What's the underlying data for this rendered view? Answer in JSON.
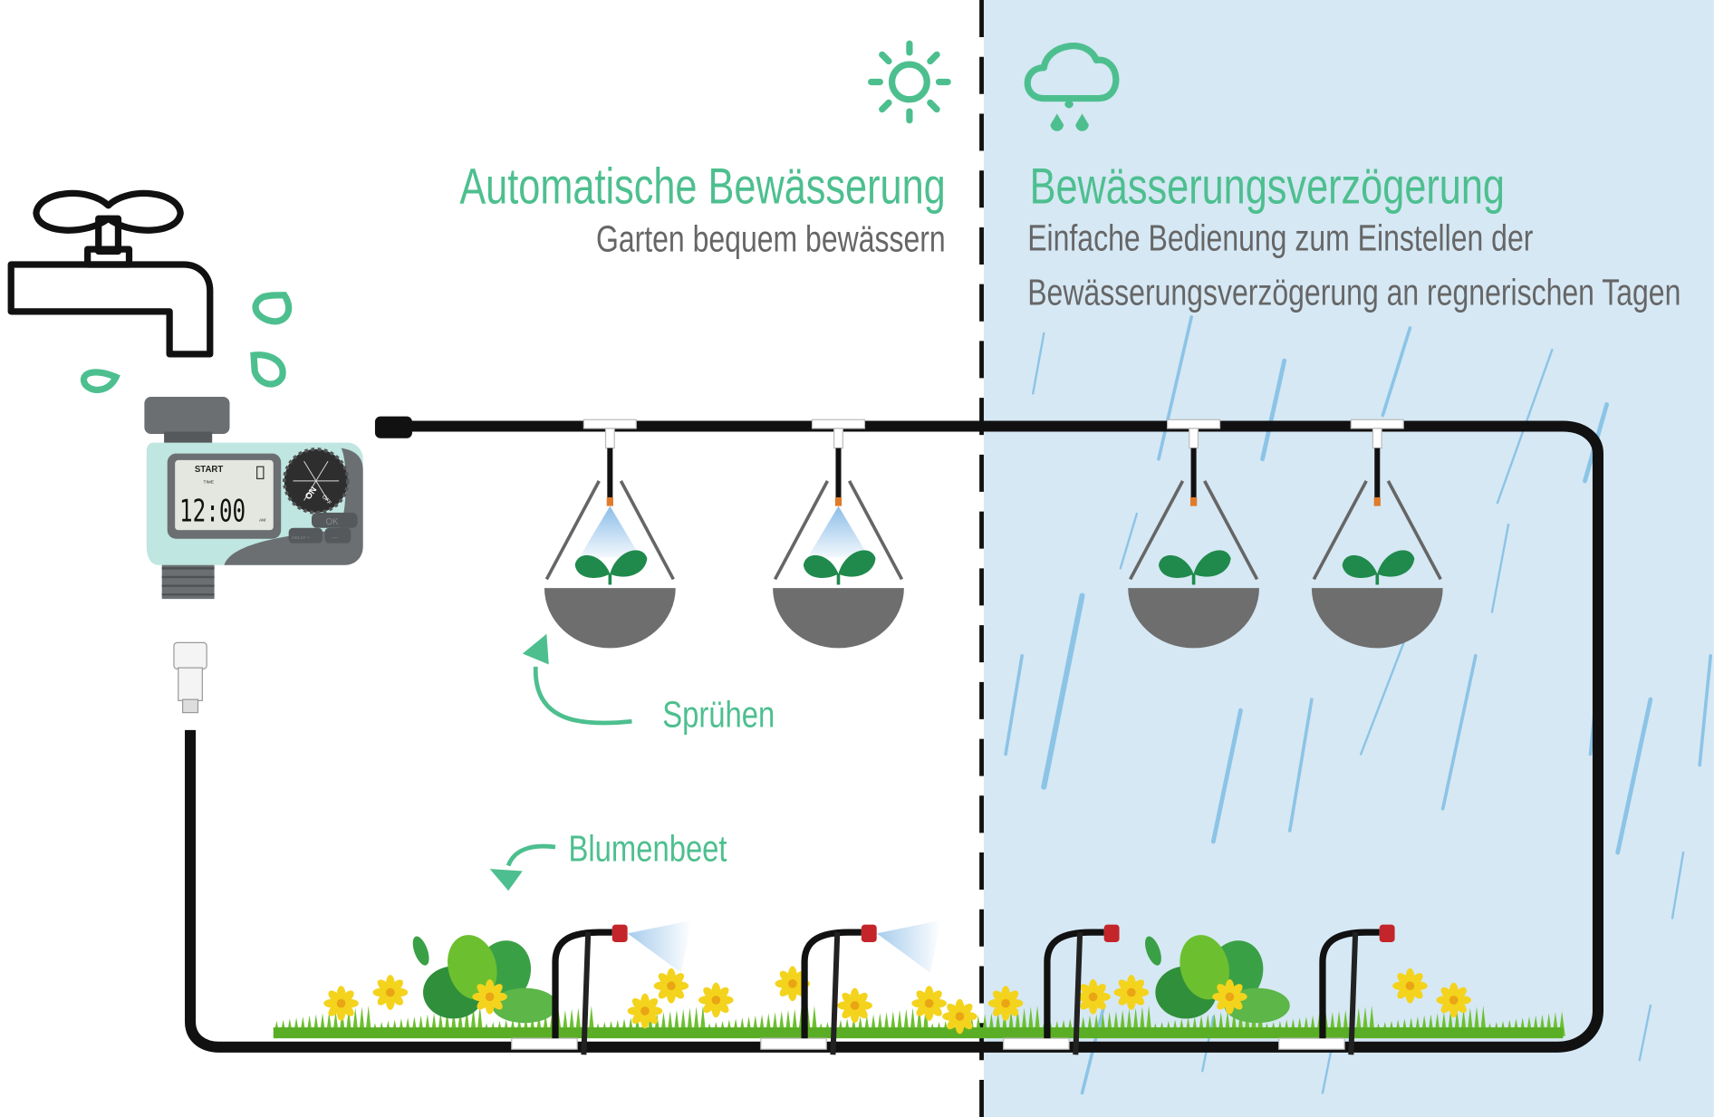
{
  "colors": {
    "accent": "#4dbf8f",
    "text_gray": "#666666",
    "rain_panel": "#d6e8f4",
    "pipe": "#111111",
    "rain": "#8cc4e6"
  },
  "left": {
    "icon": "sun-icon",
    "title": "Automatische Bewässerung",
    "subtitle": "Garten bequem bewässern"
  },
  "right": {
    "icon": "rain-cloud-icon",
    "title": "Bewässerungsverzögerung",
    "subtitle_line1": "Einfache Bedienung zum Einstellen der",
    "subtitle_line2": "Bewässerungsverzögerung an regnerischen Tagen"
  },
  "labels": {
    "spray": "Sprühen",
    "flowerbed": "Blumenbeet"
  },
  "timer": {
    "display_label": "START",
    "display_sublabel": "TIME",
    "time": "12:00",
    "ampm": "AM",
    "dial_on": "ON",
    "dial_off": "OFF",
    "button_ok": "OK",
    "button_delay": "DELAY +",
    "button_minus": "—"
  }
}
